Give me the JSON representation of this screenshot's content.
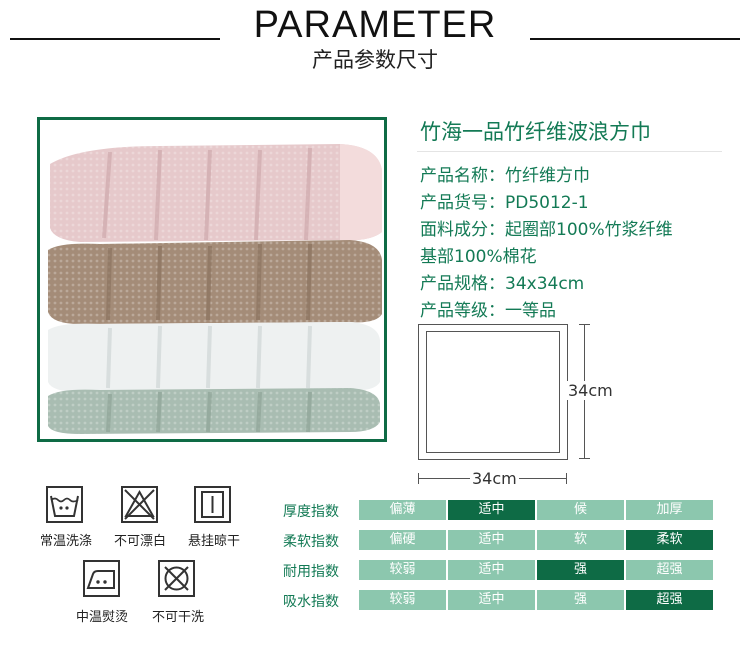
{
  "header": {
    "title_en": "PARAMETER",
    "title_cn": "产品参数尺寸"
  },
  "product": {
    "title": "竹海一品竹纤维波浪方巾",
    "specs": [
      {
        "key": "产品名称：",
        "value": "竹纤维方巾"
      },
      {
        "key": "产品货号：",
        "value": "PD5012-1"
      },
      {
        "key": "面料成分：",
        "value": "起圈部100%竹浆纤维"
      },
      {
        "key": "",
        "value": "基部100%棉花"
      },
      {
        "key": "产品规格：",
        "value": "34x34cm"
      },
      {
        "key": "产品等级：",
        "value": "一等品"
      }
    ]
  },
  "diagram": {
    "height_label": "34cm",
    "width_label": "34cm"
  },
  "care": [
    {
      "label": "常温洗涤",
      "icon": "wash-tub-icon"
    },
    {
      "label": "不可漂白",
      "icon": "no-bleach-icon"
    },
    {
      "label": "悬挂晾干",
      "icon": "line-dry-icon"
    },
    {
      "label": "中温熨烫",
      "icon": "medium-iron-icon"
    },
    {
      "label": "不可干洗",
      "icon": "no-dry-clean-icon"
    }
  ],
  "colors": {
    "accent_dark": "#0e6b45",
    "accent_light": "#8cc7ae",
    "text_green": "#137a55"
  },
  "indices": [
    {
      "label": "厚度指数",
      "options": [
        "偏薄",
        "适中",
        "候",
        "加厚"
      ],
      "selected": 1
    },
    {
      "label": "柔软指数",
      "options": [
        "偏硬",
        "适中",
        "软",
        "柔软"
      ],
      "selected": 3
    },
    {
      "label": "耐用指数",
      "options": [
        "较弱",
        "适中",
        "强",
        "超强"
      ],
      "selected": 2
    },
    {
      "label": "吸水指数",
      "options": [
        "较弱",
        "适中",
        "强",
        "超强"
      ],
      "selected": 3
    }
  ]
}
